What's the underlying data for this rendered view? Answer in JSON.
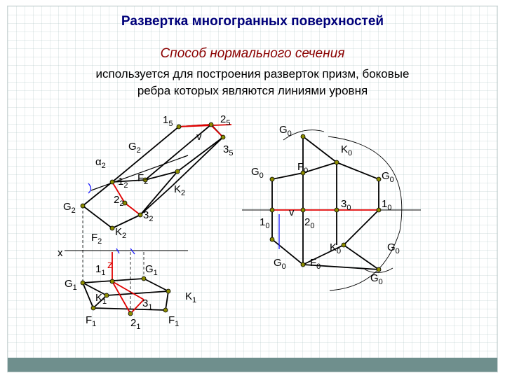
{
  "slide": {
    "title": "Развертка многогранных поверхностей",
    "subtitle": "Способ нормального сечения",
    "description_line1": "используется для построения разверток призм, боковые",
    "description_line2": "ребра которых являются линиями уровня"
  },
  "labels": {
    "one5_main": "1",
    "one5_sub": "5",
    "two5_main": "2",
    "two5_sub": "5",
    "three5_main": "3",
    "three5_sub": "5",
    "alpha2_main": "α",
    "alpha2_sub": "2",
    "Gl2_main": "G",
    "Gl2_sub": "2",
    "one2_main": "1",
    "one2_sub": "2",
    "Fl2_main": "F",
    "Fl2_sub": "2",
    "Kl2_main": "K",
    "Kl2_sub": "2",
    "two2_main": "2",
    "two2_sub": "2",
    "three2_main": "3",
    "three2_sub": "2",
    "G2_main": "G",
    "G2_sub": "2",
    "F2_main": "F",
    "F2_sub": "2",
    "K2_main": "K",
    "K2_sub": "2",
    "x_axis": "x",
    "z_mark": "z",
    "one1_main": "1",
    "one1_sub": "1",
    "Gl1_main": "G",
    "Gl1_sub": "1",
    "G1_main": "G",
    "G1_sub": "1",
    "K1_main": "K",
    "K1_sub": "1",
    "Kl1_main": "K",
    "Kl1_sub": "1",
    "three1_main": "3",
    "three1_sub": "1",
    "F1_main": "F",
    "F1_sub": "1",
    "two1_main": "2",
    "two1_sub": "1",
    "Fl1_main": "F",
    "Fl1_sub": "1",
    "Gl0_top_main": "G",
    "Gl0_top_sub": "0",
    "Kl0_main": "K",
    "Kl0_sub": "0",
    "Fl0_main": "F",
    "Fl0_sub": "0",
    "Gl0_left_main": "G",
    "Gl0_left_sub": "0",
    "Gl0_right_main": "G",
    "Gl0_right_sub": "0",
    "three0_main": "3",
    "three0_sub": "0",
    "one0_right_main": "1",
    "one0_right_sub": "0",
    "one0_left_main": "1",
    "one0_left_sub": "0",
    "v_mark_right": "v",
    "two0_main": "2",
    "two0_sub": "0",
    "K0_main": "K",
    "K0_sub": "0",
    "G0_right_main": "G",
    "G0_right_sub": "0",
    "G0_left_main": "G",
    "G0_left_sub": "0",
    "F0_main": "F",
    "F0_sub": "0",
    "G0_bottom_main": "G",
    "G0_bottom_sub": "0",
    "v_mark_top": "v"
  },
  "colors": {
    "title": "#00007a",
    "subtitle": "#8a0000",
    "lines": "#000000",
    "section": "#e00000",
    "point": "#8b8b00",
    "blue_marks": "#1a1aff",
    "bar": "#6f8f8d"
  }
}
